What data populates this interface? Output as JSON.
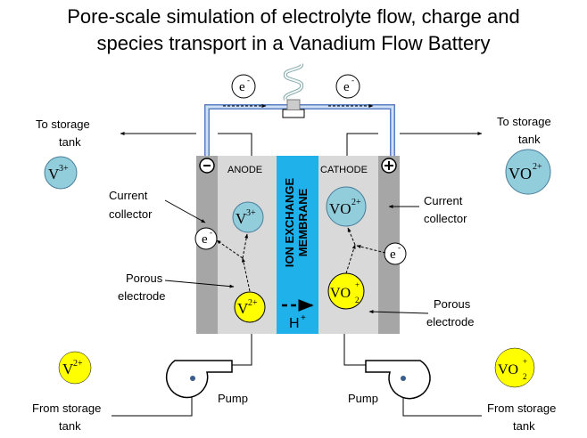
{
  "title": {
    "line1": "Pore-scale simulation of electrolyte flow, charge and",
    "line2": "species transport in a Vanadium Flow Battery"
  },
  "labels": {
    "anode": "ANODE",
    "cathode": "CATHODE",
    "membrane_line1": "ION EXCHANGE",
    "membrane_line2": "MEMBRANE",
    "to_storage_left_1": "To storage",
    "to_storage_left_2": "tank",
    "to_storage_right_1": "To storage",
    "to_storage_right_2": "tank",
    "from_storage_left_1": "From storage",
    "from_storage_left_2": "tank",
    "from_storage_right_1": "From storage",
    "from_storage_right_2": "tank",
    "current_collector_left_1": "Current",
    "current_collector_left_2": "collector",
    "current_collector_right_1": "Current",
    "current_collector_right_2": "collector",
    "porous_left_1": "Porous",
    "porous_left_2": "electrode",
    "porous_right_1": "Porous",
    "porous_right_2": "electrode",
    "pump_left": "Pump",
    "pump_right": "Pump",
    "minus": "-",
    "plus": "+"
  },
  "species": {
    "electron": "e",
    "electron_charge": "-",
    "proton": "H",
    "proton_charge": "+",
    "v3": "V",
    "v3_charge": "3+",
    "v2": "V",
    "v2_charge": "2+",
    "vo2": "VO",
    "vo2_charge": "2+",
    "vo2plus": "VO",
    "vo2plus_charge": "+",
    "vo2plus_sub": "2"
  },
  "colors": {
    "collector": "#a6a6a6",
    "electrode": "#d9d9d9",
    "membrane": "#1fb1ea",
    "ion_blue": "#92cddc",
    "ion_yellow": "#ffff00",
    "wire": "#7f9fcf"
  },
  "icons": [
    "light-bulb-icon",
    "pump-icon",
    "arrow-icon"
  ]
}
